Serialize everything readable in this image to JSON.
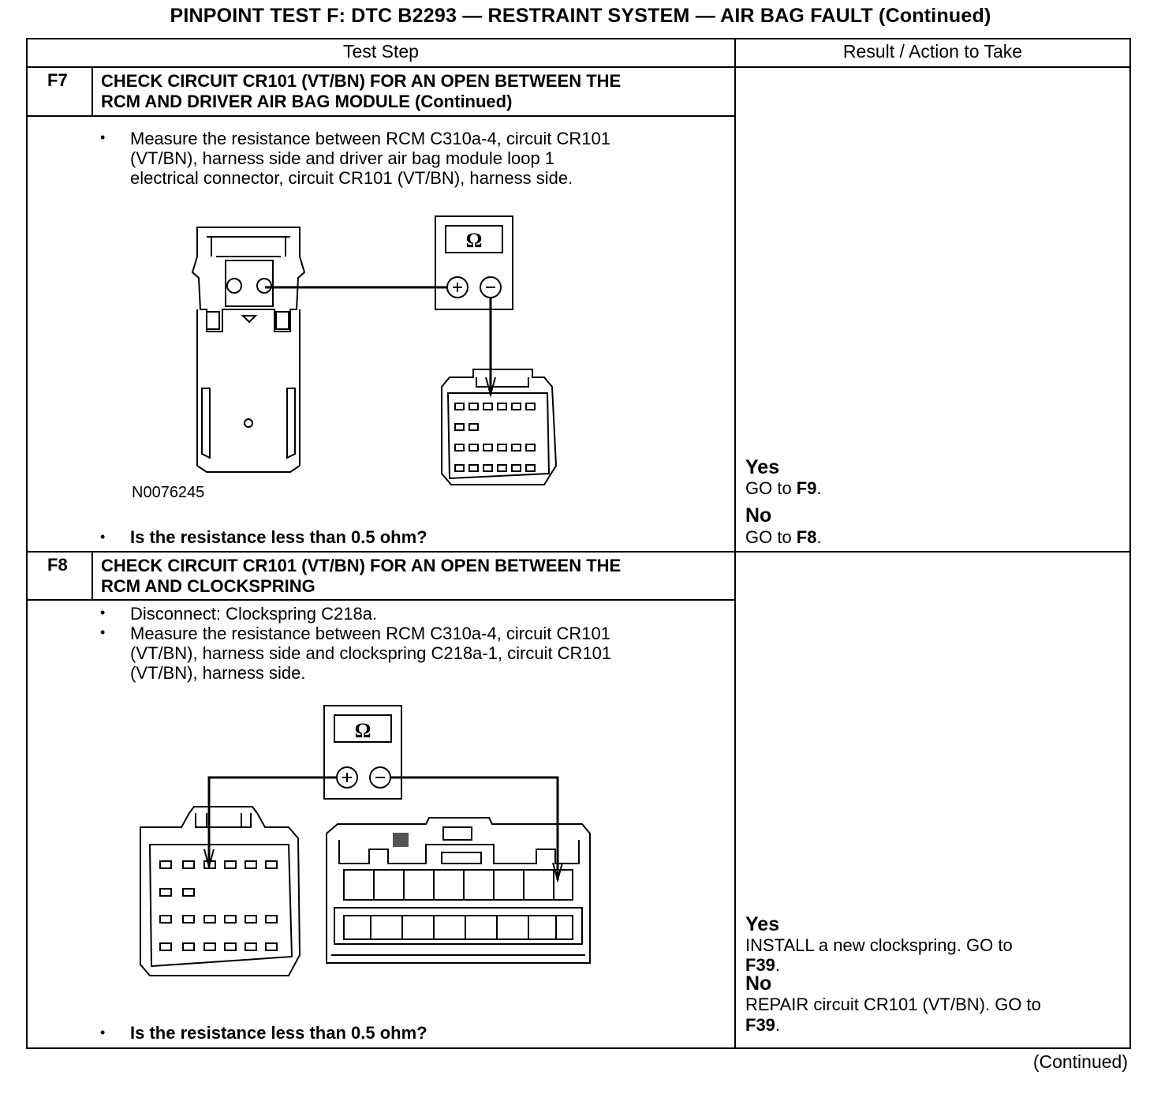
{
  "title": "PINPOINT TEST F: DTC B2293 — RESTRAINT SYSTEM — AIR BAG FAULT (Continued)",
  "headers": {
    "test_step": "Test Step",
    "result": "Result / Action to Take"
  },
  "f7": {
    "id": "F7",
    "heading_line1": "CHECK CIRCUIT CR101 (VT/BN) FOR AN OPEN BETWEEN THE",
    "heading_line2": "RCM AND DRIVER AIR BAG MODULE (Continued)",
    "bullet1_line1": "Measure the resistance between RCM C310a-4, circuit CR101",
    "bullet1_line2": "(VT/BN), harness side and driver air bag module loop 1",
    "bullet1_line3": "electrical connector, circuit CR101 (VT/BN), harness side.",
    "figure_id": "N0076245",
    "question": "Is the resistance less than 0.5 ohm?",
    "meter_symbol": "Ω",
    "yes_label": "Yes",
    "yes_prefix": "GO to ",
    "yes_target": "F9",
    "no_label": "No",
    "no_prefix": "GO to ",
    "no_target": "F8"
  },
  "f8": {
    "id": "F8",
    "heading_line1": "CHECK CIRCUIT CR101 (VT/BN) FOR AN OPEN BETWEEN THE",
    "heading_line2": "RCM AND CLOCKSPRING",
    "bullet1": "Disconnect: Clockspring C218a.",
    "bullet2_line1": "Measure the resistance between RCM C310a-4, circuit CR101",
    "bullet2_line2": "(VT/BN), harness side and clockspring C218a-1, circuit CR101",
    "bullet2_line3": "(VT/BN), harness side.",
    "question": "Is the resistance less than 0.5 ohm?",
    "meter_symbol": "Ω",
    "yes_label": "Yes",
    "yes_line1": "INSTALL a new clockspring. GO to",
    "yes_target": "F39",
    "no_label": "No",
    "no_line1": "REPAIR circuit CR101 (VT/BN). GO to",
    "no_target": "F39"
  },
  "continued": "(Continued)"
}
